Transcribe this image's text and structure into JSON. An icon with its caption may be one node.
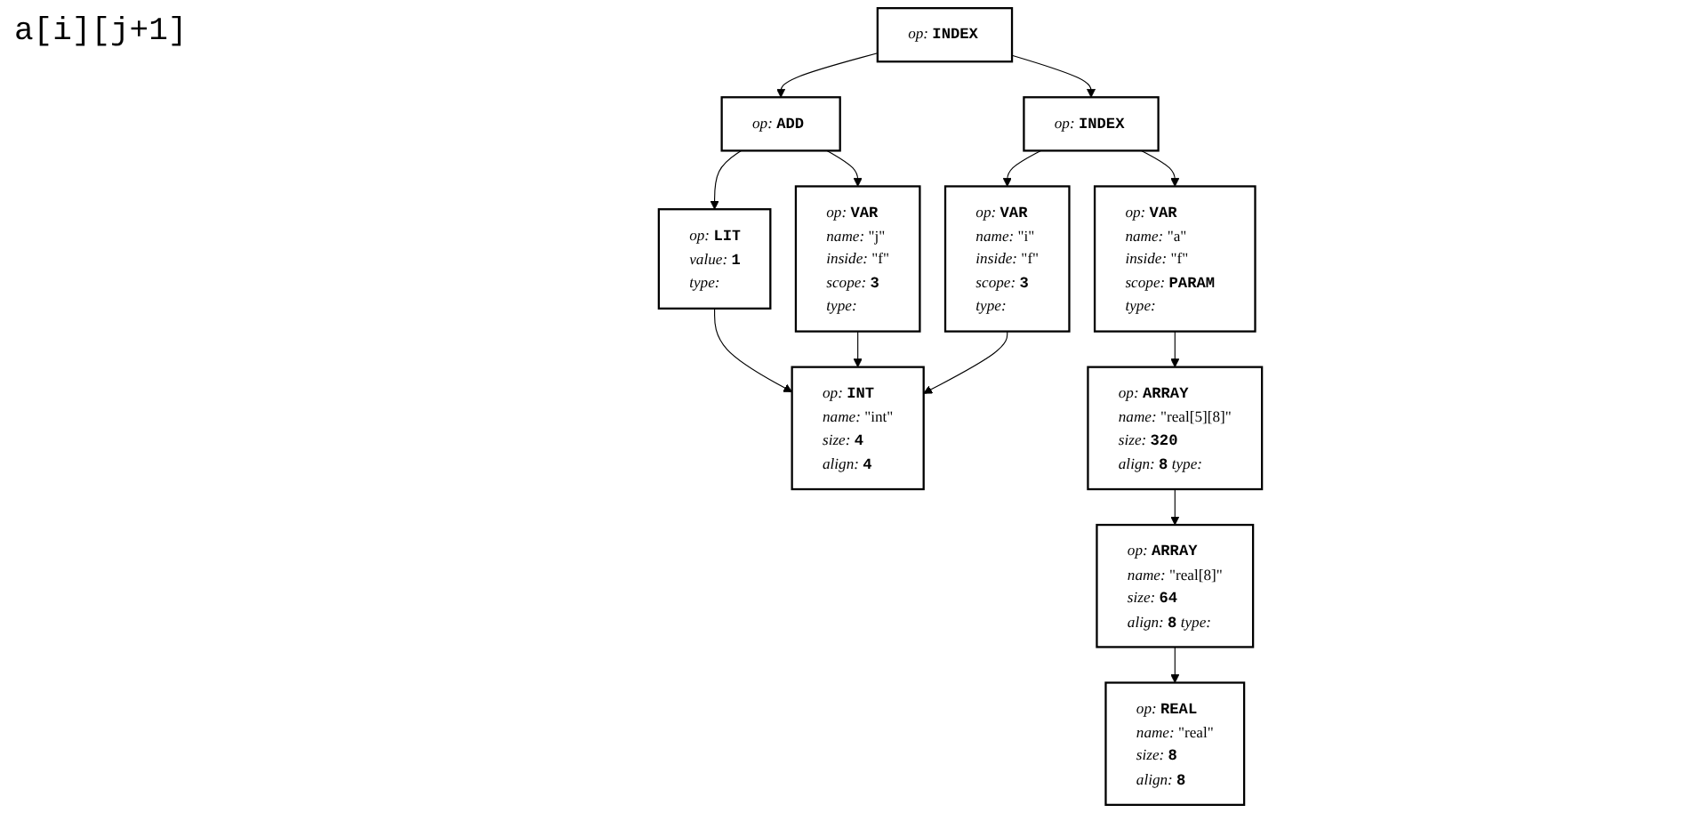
{
  "diagram": {
    "nodes": [
      {
        "text": [
          "*op:* **INDEX**"
        ]
      },
      {
        "text": [
          "*op:* **INDEX**"
        ]
      },
      {
        "text": [
          "*op:* **ADD**"
        ]
      },
      {
        "text": [
          "*op:* **VAR**",
          "*name:* \"a\"",
          "*inside:* \"f\"",
          "*scope:* **PARAM**",
          "*type:*"
        ]
      },
      {
        "text": [
          "*op:* **VAR**",
          "*name:* \"i\"",
          "*inside:* \"f\"",
          "*scope:* **3**",
          "*type:*"
        ]
      },
      {
        "text": [
          "*op:* **VAR**",
          "*name:* \"j\"",
          "*inside:* \"f\"",
          "*scope:* **3**",
          "*type:*"
        ]
      },
      {
        "text": [
          "*op:* **LIT**",
          "*value:* **1**",
          "*type:*"
        ]
      },
      {
        "text": [
          "*op:* **INT**",
          "*name:* \"int\"",
          "*size:* **4**",
          "*align:* **4**"
        ]
      },
      {
        "text": [
          "*op:* **ARRAY**",
          "*name:* \"real[5][8]\"",
          "*size:* **320**",
          "*align:* **8** *type:*"
        ]
      },
      {
        "text": [
          "*op:* **ARRAY**",
          "*name:* \"real[8]\"",
          "*size:* **64**",
          "*align:* **8** *type:*"
        ]
      },
      {
        "text": [
          "*op:* **REAL**",
          "*name:* \"real\"",
          "*size:* **8**",
          "*align:* **8**"
        ]
      }
    ],
    "edges": [
      {
        "from": 0,
        "to": 1,
        "arrow": "to"
      },
      {
        "from": 0,
        "to": 2,
        "arrow": "to"
      },
      {
        "from": 1,
        "to": 3,
        "arrow": "to"
      },
      {
        "from": 1,
        "to": 4,
        "arrow": "to"
      },
      {
        "from": 2,
        "to": 5,
        "arrow": "to"
      },
      {
        "from": 2,
        "to": 6,
        "arrow": "to"
      },
      {
        "from": 6,
        "to": 7,
        "arrow": "to"
      },
      {
        "from": 5,
        "to": 7,
        "arrow": "to"
      },
      {
        "from": 4,
        "to": 7,
        "arrow": "to"
      },
      {
        "from": 3,
        "to": 8,
        "arrow": "to"
      },
      {
        "from": 8,
        "to": 9,
        "arrow": "to"
      },
      {
        "from": 9,
        "to": 10,
        "arrow": "to"
      }
    ],
    "labels": [
      "a[i][j+1]"
    ]
  }
}
